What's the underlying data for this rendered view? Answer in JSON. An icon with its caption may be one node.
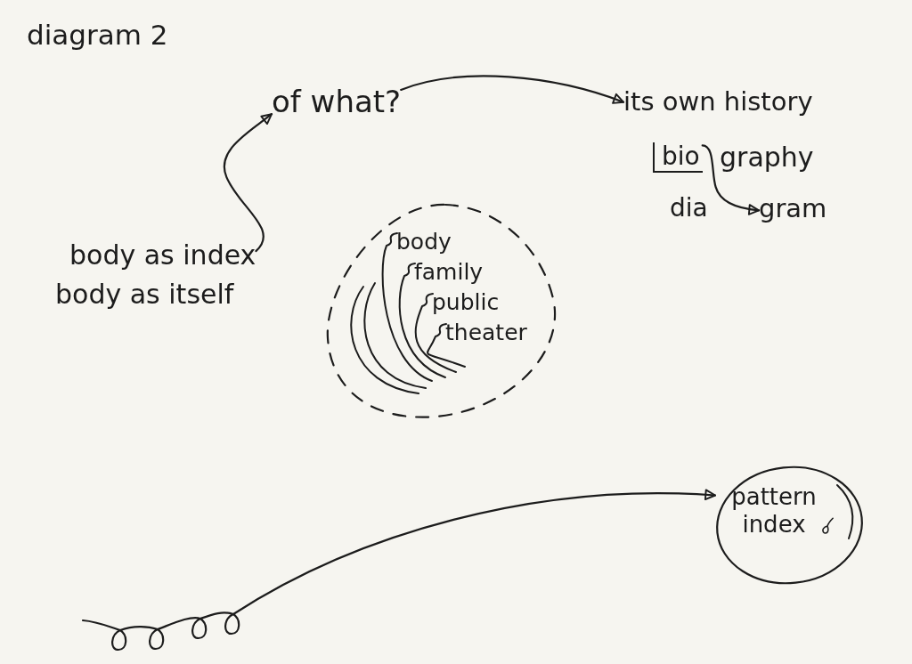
{
  "diagram": {
    "title": "diagram 2",
    "nodes": [
      {
        "text": [
          "of what?"
        ]
      },
      {
        "text": [
          "its own history"
        ]
      },
      {
        "text": [
          "bio"
        ]
      },
      {
        "text": [
          "gram"
        ]
      },
      {
        "text": [
          "body as index"
        ]
      },
      {
        "text": [
          "body",
          "family",
          "public",
          "theater"
        ]
      },
      {
        "text": [
          "pattern index"
        ]
      }
    ],
    "edges": [
      {
        "from": 0,
        "to": 1,
        "arrow": "to"
      },
      {
        "from": 2,
        "to": 3,
        "arrow": "to"
      },
      {
        "from": 4,
        "to": 0,
        "arrow": "to"
      },
      {
        "from": null,
        "to": 6,
        "arrow": "to"
      }
    ],
    "labels": [
      "graphy",
      "dia",
      "body as itself"
    ]
  }
}
